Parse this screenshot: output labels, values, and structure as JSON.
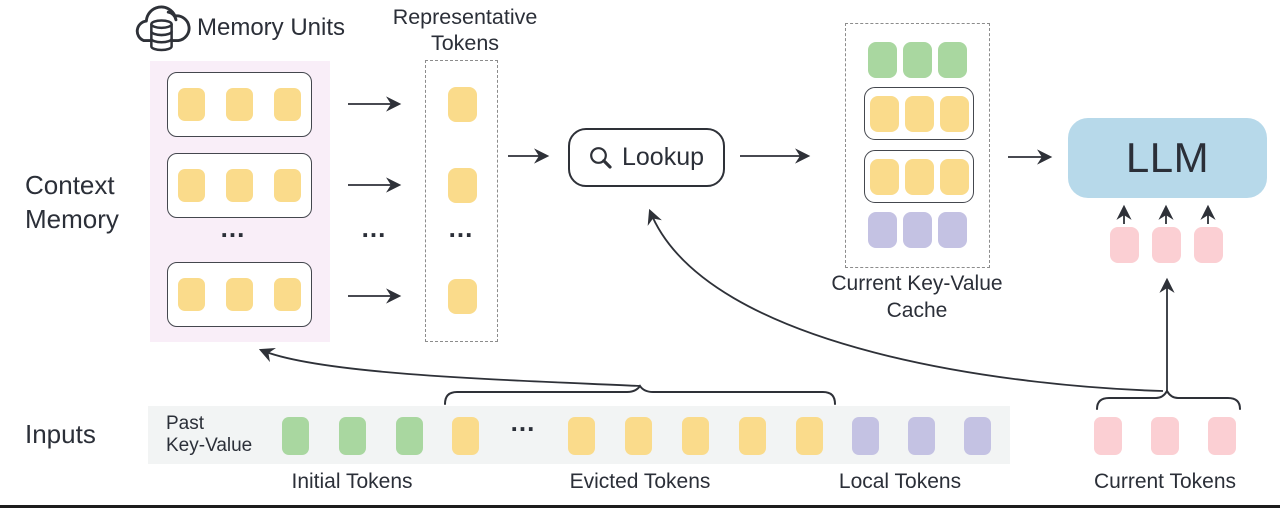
{
  "palette": {
    "yellow": "#FADB8B",
    "green": "#A9D7A0",
    "purple": "#C4C2E3",
    "pink": "#FBCFD3",
    "blue": "#B7D9EA",
    "memory_bg": "#F9EEF8",
    "strip_bg": "#F2F4F4",
    "line": "#2E3138",
    "dash_border": "#8C8C8C"
  },
  "labels": {
    "memory_units": "Memory Units",
    "representative_tokens": "Representative\nTokens",
    "context_memory": "Context\nMemory",
    "lookup": "Lookup",
    "current_kv_cache": "Current Key-Value\nCache",
    "llm": "LLM",
    "inputs": "Inputs",
    "past_key_value": "Past\nKey-Value",
    "initial_tokens": "Initial Tokens",
    "evicted_tokens": "Evicted Tokens",
    "local_tokens": "Local Tokens",
    "current_tokens": "Current Tokens",
    "ellipsis": "..."
  },
  "icons": {
    "memory_units": "cloud-database-icon",
    "lookup": "magnifier-icon"
  },
  "token_groups": {
    "memory_row_1": {
      "count": 3,
      "color": "yellow"
    },
    "memory_row_2": {
      "count": 3,
      "color": "yellow"
    },
    "memory_row_3": {
      "count": 3,
      "color": "yellow"
    },
    "representative_1": {
      "count": 1,
      "color": "yellow"
    },
    "representative_2": {
      "count": 1,
      "color": "yellow"
    },
    "representative_3": {
      "count": 1,
      "color": "yellow"
    },
    "cache_initial": {
      "count": 3,
      "color": "green"
    },
    "cache_retrieved_1": {
      "count": 3,
      "color": "yellow"
    },
    "cache_retrieved_2": {
      "count": 3,
      "color": "yellow"
    },
    "cache_local": {
      "count": 3,
      "color": "purple"
    },
    "llm_current": {
      "count": 3,
      "color": "pink"
    },
    "strip_initial": {
      "count": 3,
      "color": "green"
    },
    "strip_evicted_head": {
      "count": 1,
      "color": "yellow"
    },
    "strip_evicted_tail": {
      "count": 5,
      "color": "yellow"
    },
    "strip_local": {
      "count": 3,
      "color": "purple"
    },
    "strip_current": {
      "count": 3,
      "color": "pink"
    }
  }
}
